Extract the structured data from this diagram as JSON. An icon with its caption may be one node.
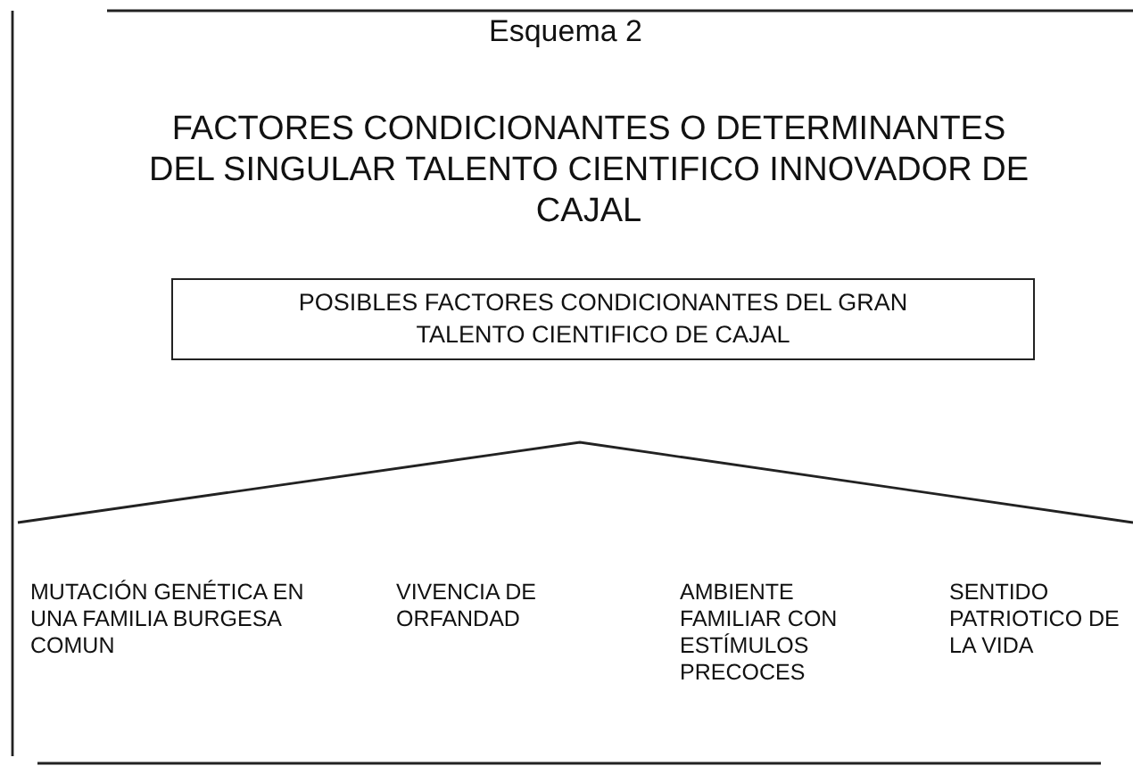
{
  "diagram": {
    "title": "Esquema 2",
    "nodes": [
      {
        "text": [
          "POSIBLES FACTORES CONDICIONANTES DEL GRAN TALENTO CIENTIFICO DE CAJAL"
        ]
      }
    ],
    "labels": [
      "FACTORES CONDICIONANTES O DETERMINANTES DEL SINGULAR TALENTO CIENTIFICO INNOVADOR DE CAJAL",
      "MUTACIÓN GENÉTICA EN UNA FAMILIA BURGESA COMUN",
      "VIVENCIA DE ORFANDAD",
      "AMBIENTE FAMILIAR CON ESTÍMULOS PRECOCES",
      "SENTIDO PATRIOTICO DE LA VIDA"
    ]
  }
}
